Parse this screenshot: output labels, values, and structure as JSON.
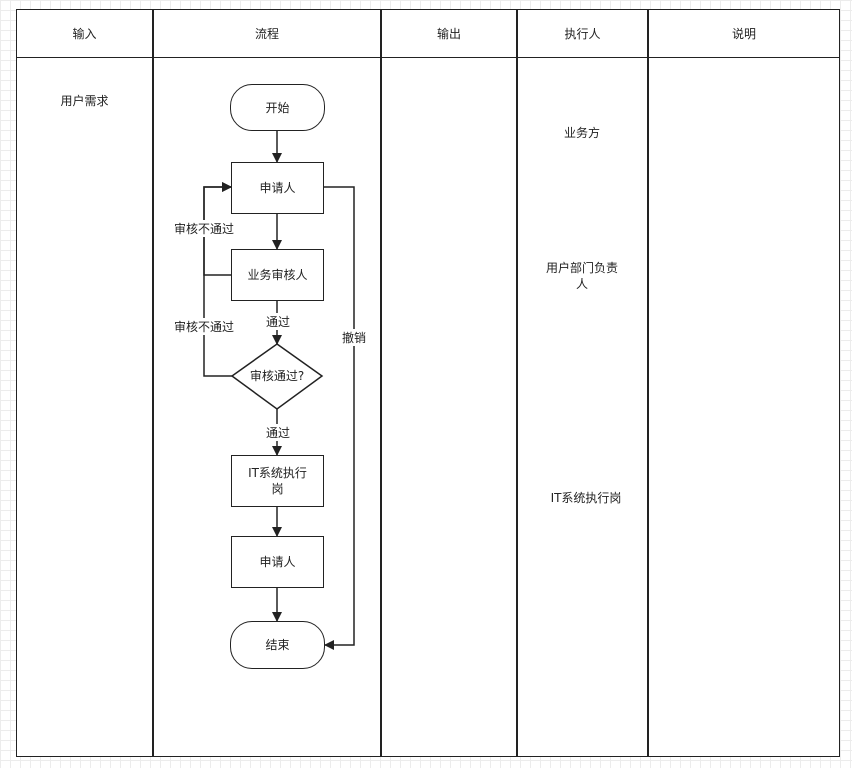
{
  "columns": {
    "input": "输入",
    "process": "流程",
    "output": "输出",
    "executor": "执行人",
    "description": "说明"
  },
  "input_col": {
    "requirement": "用户需求"
  },
  "executor_col": {
    "business": "业务方",
    "dept_head": "用户部门负责人",
    "it_post": "IT系统执行岗"
  },
  "flow": {
    "start": "开始",
    "applicant": "申请人",
    "business_reviewer": "业务审核人",
    "decision": "审核通过?",
    "it_post": "IT系统执行岗",
    "applicant2": "申请人",
    "end": "结束",
    "reject1": "审核不通过",
    "reject2": "审核不通过",
    "pass1": "通过",
    "pass2": "通过",
    "revoke": "撤销"
  },
  "colors": {
    "line": "#222222",
    "grid": "#ececec"
  }
}
